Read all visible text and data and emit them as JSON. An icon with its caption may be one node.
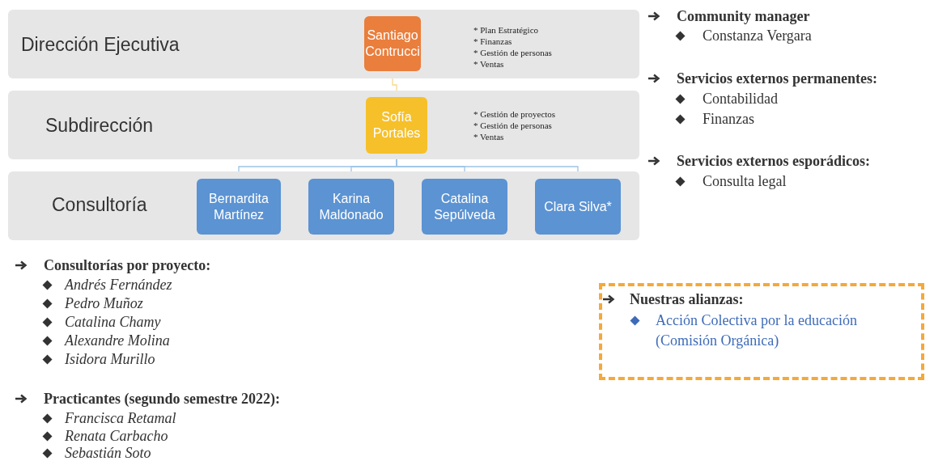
{
  "diagram": {
    "nodes": [
      {
        "text": [
          "Dirección Ejecutiva"
        ]
      },
      {
        "text": [
          "Santiago Contrucci"
        ],
        "in": 0,
        "beside": [
          "* Plan Estratégico",
          "* Finanzas",
          "* Gestión de personas",
          "* Ventas"
        ]
      },
      {
        "text": [
          "Subdirección"
        ]
      },
      {
        "text": [
          "Sofía Portales"
        ],
        "in": 2,
        "beside": [
          "* Gestión de proyectos",
          "* Gestión de personas",
          "* Ventas"
        ]
      },
      {
        "text": [
          "Consultoría"
        ]
      },
      {
        "text": [
          "Bernardita Martínez"
        ],
        "in": 4
      },
      {
        "text": [
          "Karina Maldonado"
        ],
        "in": 4
      },
      {
        "text": [
          "Catalina Sepúlveda"
        ],
        "in": 4
      },
      {
        "text": [
          "Clara Silva*"
        ],
        "in": 4
      },
      {
        "text": [
          "Nuestras alianzas:",
          "Acción Colectiva por la educación (Comisión Orgánica)"
        ]
      }
    ],
    "edges": [
      {
        "from": 1,
        "to": 3,
        "arrow": "none",
        "color": "#f8d98a"
      },
      {
        "from": 3,
        "to": 5,
        "arrow": "none"
      },
      {
        "from": 3,
        "to": 6,
        "arrow": "none"
      },
      {
        "from": 3,
        "to": 7,
        "arrow": "none"
      },
      {
        "from": 3,
        "to": 8,
        "arrow": "none"
      }
    ],
    "labels": [
      "Community manager",
      "Constanza Vergara",
      "Servicios externos permanentes:",
      "Contabilidad",
      "Finanzas",
      "Servicios externos esporádicos:",
      "Consulta legal",
      "Consultorías por proyecto:",
      "Andrés Fernández",
      "Pedro Muñoz",
      "Catalina Chamy",
      "Alexandre Molina",
      "Isidora Murillo",
      "Practicantes (segundo semestre 2022):",
      "Francisca Retamal",
      "Renata Carbacho",
      "Sebastián Soto"
    ]
  }
}
